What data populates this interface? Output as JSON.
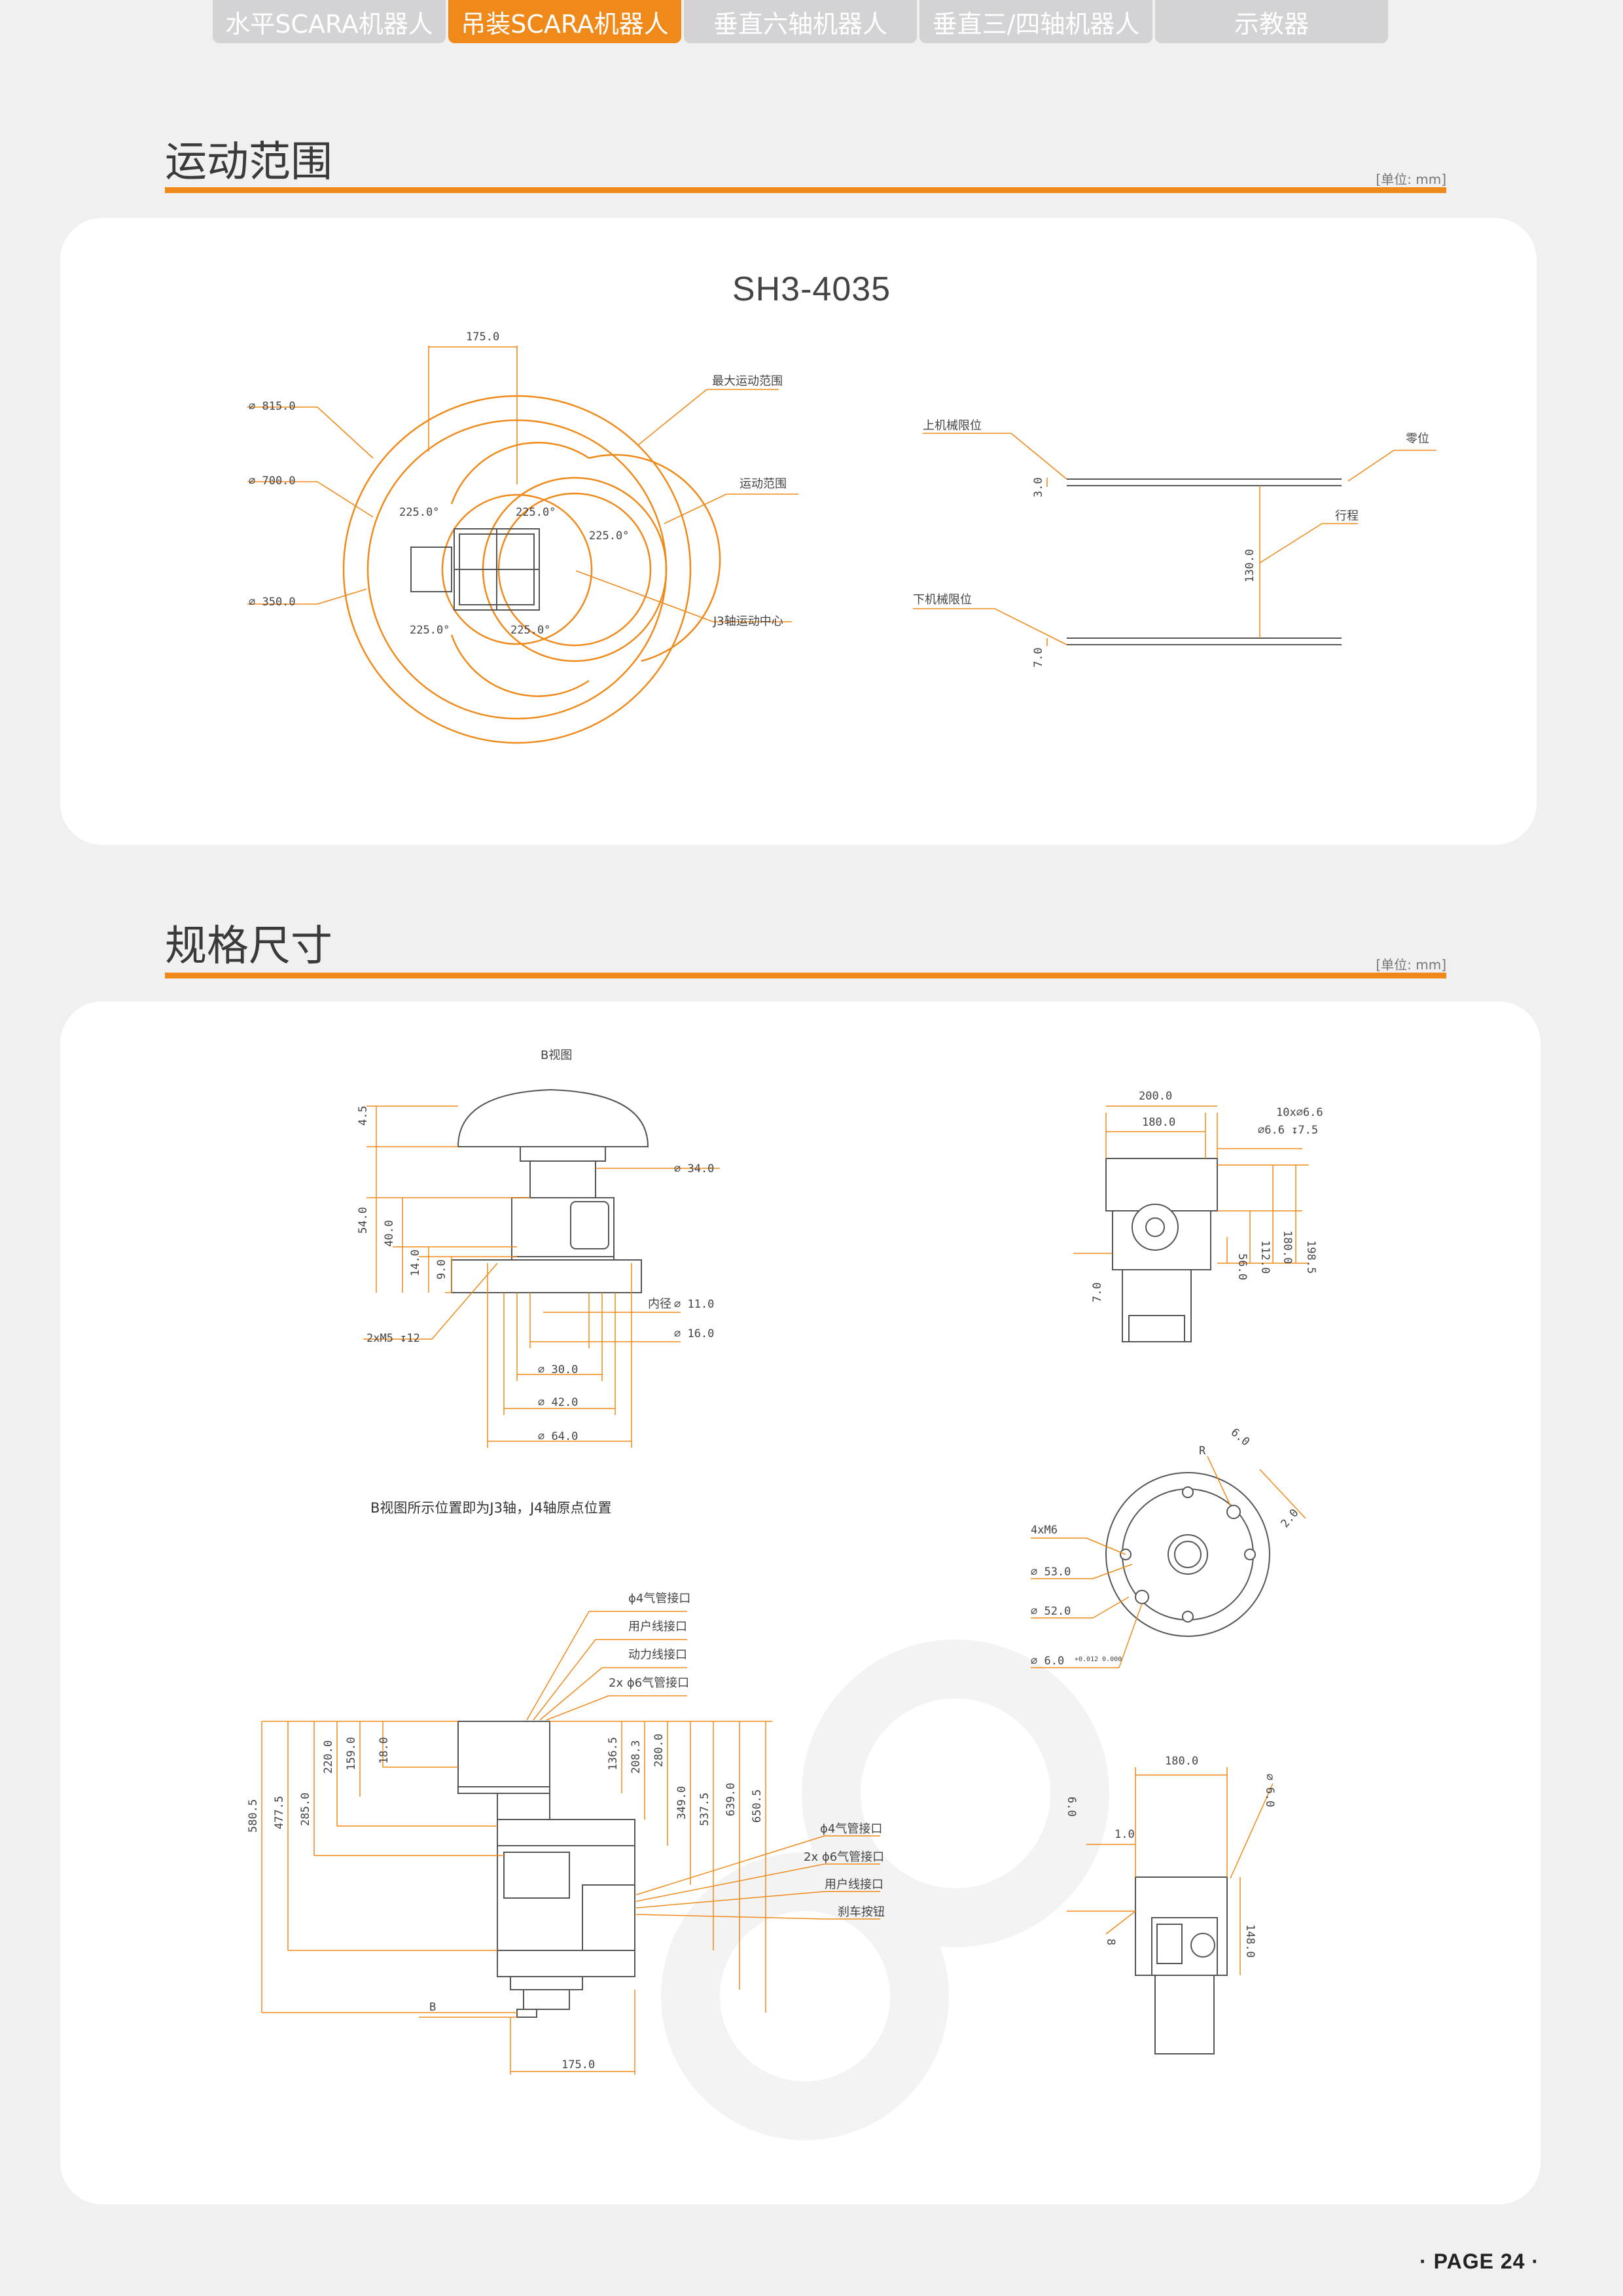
{
  "nav": {
    "tabs": [
      {
        "label": "水平SCARA机器人",
        "active": false
      },
      {
        "label": "吊装SCARA机器人",
        "active": true
      },
      {
        "label": "垂直六轴机器人",
        "active": false
      },
      {
        "label": "垂直三/四轴机器人",
        "active": false
      },
      {
        "label": "示教器",
        "active": false
      }
    ]
  },
  "motion": {
    "title": "运动范围",
    "unit": "[单位: mm]",
    "model": "SH3-4035",
    "plan": {
      "d815": "∅ 815.0",
      "d700": "∅ 700.0",
      "d350": "∅ 350.0",
      "w175": "175.0",
      "ang1": "225.0°",
      "ang2": "225.0°",
      "ang3": "225.0°",
      "ang4": "225.0°",
      "ang5": "225.0°",
      "max_range": "最大运动范围",
      "range": "运动范围",
      "j3_center": "J3轴运动中心"
    },
    "stroke": {
      "upper": "上机械限位",
      "lower": "下机械限位",
      "zero": "零位",
      "travel": "行程",
      "v3": "3.0",
      "v130": "130.0",
      "v7": "7.0"
    }
  },
  "dims": {
    "title": "规格尺寸",
    "unit": "[单位: mm]",
    "bview": {
      "title": "B视图",
      "v45": "4.5",
      "v54": "54.0",
      "v40": "40.0",
      "v14": "14.0",
      "v9": "9.0",
      "d34": "∅ 34.0",
      "inner": "内径",
      "d11": "∅ 11.0",
      "d16": "∅ 16.0",
      "m5": "2xM5 ↧12",
      "d30": "∅ 30.0",
      "d42": "∅ 42.0",
      "d64": "∅ 64.0"
    },
    "note": "B视图所示位置即为J3轴，J4轴原点位置",
    "top_view": {
      "w200": "200.0",
      "w180": "180.0",
      "holes": "10x∅6.6",
      "cbore": "∅6.6 ↧7.5",
      "h198": "198.5",
      "h180": "180.0",
      "h112": "112.0",
      "h56": "56.0",
      "h7": "7.0"
    },
    "flange": {
      "r": "R",
      "d6a": "6.0",
      "m6": "4xM6",
      "d53": "∅ 53.0",
      "d52": "∅ 52.0",
      "d6": "∅ 6.0",
      "tol": "+0.012 0.000",
      "v2": "2.0"
    },
    "side": {
      "air4": "ϕ4气管接口",
      "user": "用户线接口",
      "power": "动力线接口",
      "air6": "2x ϕ6气管接口",
      "air4b": "ϕ4气管接口",
      "air6b": "2x ϕ6气管接口",
      "userb": "用户线接口",
      "brake": "刹车按钮",
      "v580": "580.5",
      "v477": "477.5",
      "v285": "285.0",
      "v220": "220.0",
      "v159": "159.0",
      "v18": "18.0",
      "v136": "136.5",
      "v208": "208.3",
      "v280": "280.0",
      "v349": "349.0",
      "v537": "537.5",
      "v639": "639.0",
      "v650": "650.5",
      "b": "B",
      "w175": "175.0"
    },
    "rear": {
      "w180": "180.0",
      "v6": "6.0",
      "v1": "1.0",
      "d6": "∅ 6.0",
      "v148": "148.0",
      "v8": "8"
    }
  },
  "footer": {
    "label": "· PAGE  24  ·"
  }
}
